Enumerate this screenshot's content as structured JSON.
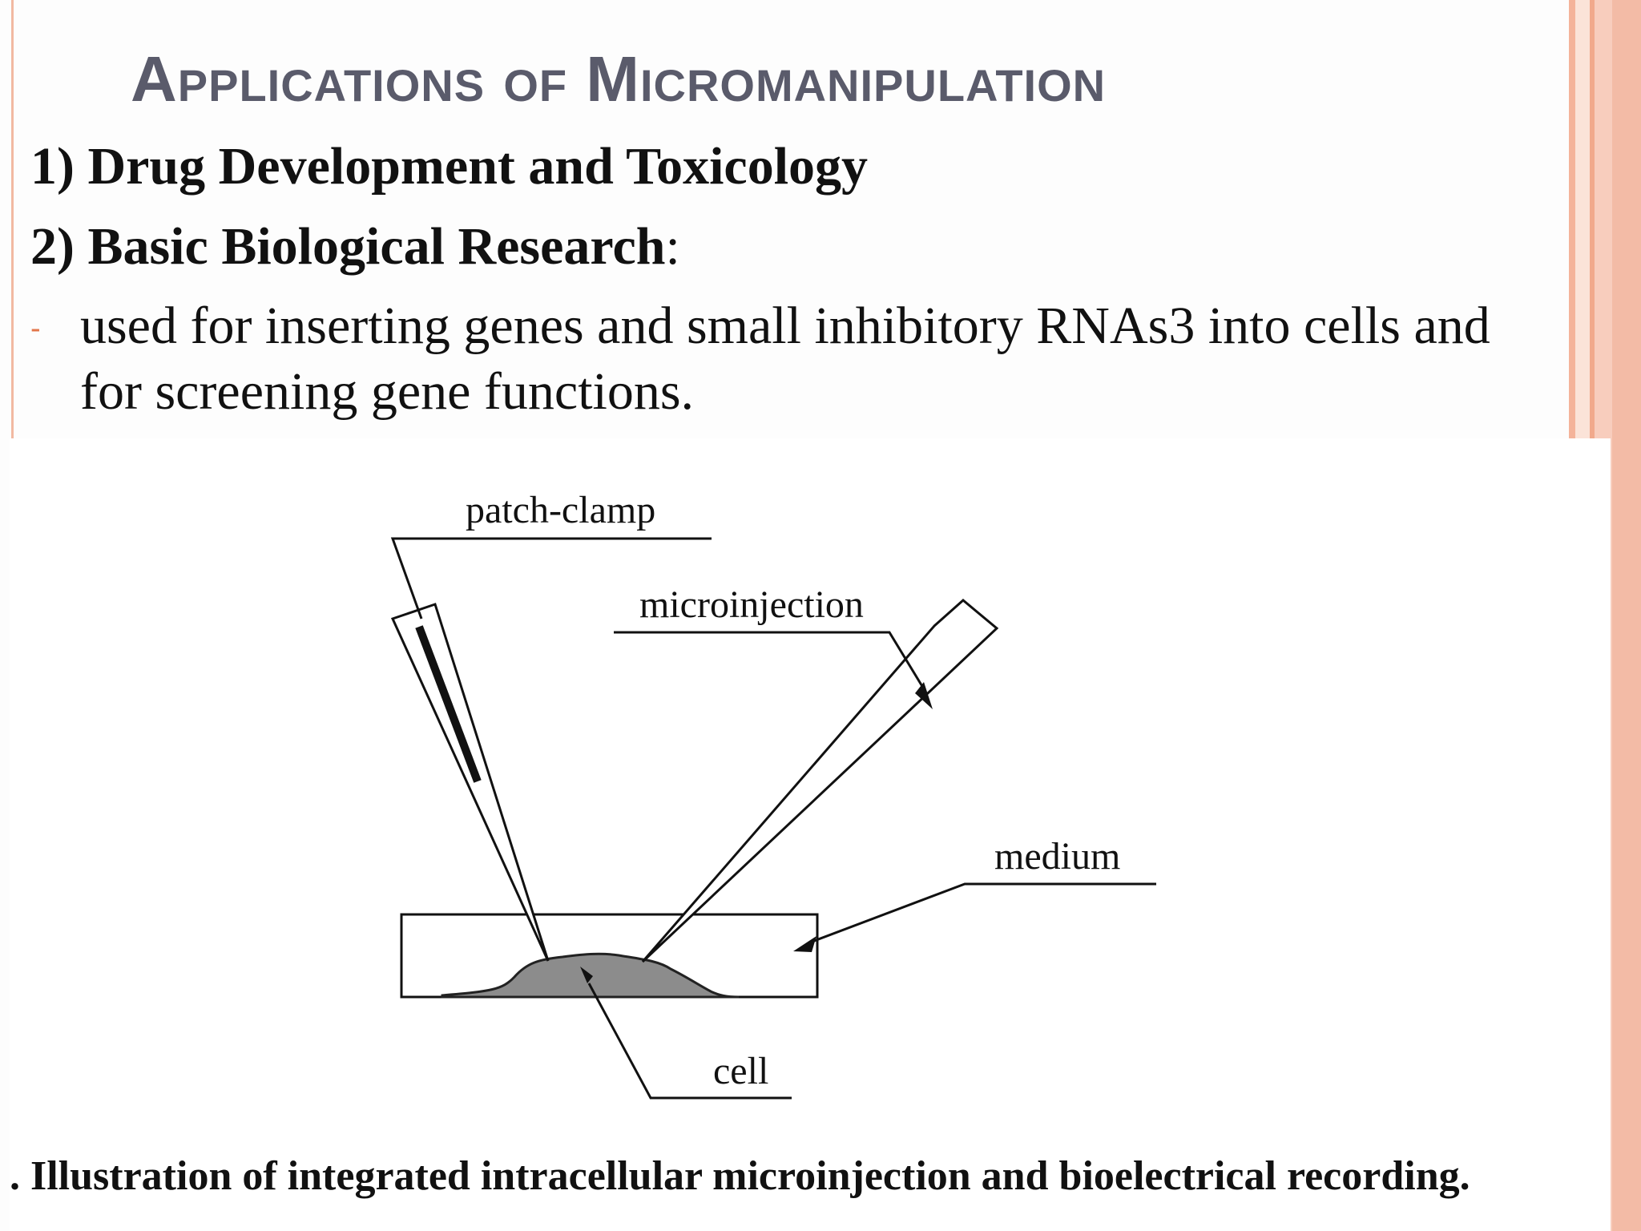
{
  "slide": {
    "title": "Applications of Micromanipulation",
    "heading_1": "1) Drug Development and Toxicology",
    "heading_2": "2) Basic Biological Research",
    "heading_2_suffix": ":",
    "bullet_marker": "-",
    "bullet_text": "used for inserting genes and small inhibitory RNAs3 into cells and for screening gene functions."
  },
  "figure": {
    "labels": {
      "patch_clamp": "patch-clamp",
      "microinjection": "microinjection",
      "medium": "medium",
      "cell": "cell"
    },
    "caption": ". Illustration of integrated intracellular microinjection and bioelectrical recording."
  },
  "colors": {
    "title": "#5a5b6b",
    "accent_border": "#f2b9a2",
    "bullet": "#e3764a",
    "cell_fill": "#8c8c8c"
  }
}
